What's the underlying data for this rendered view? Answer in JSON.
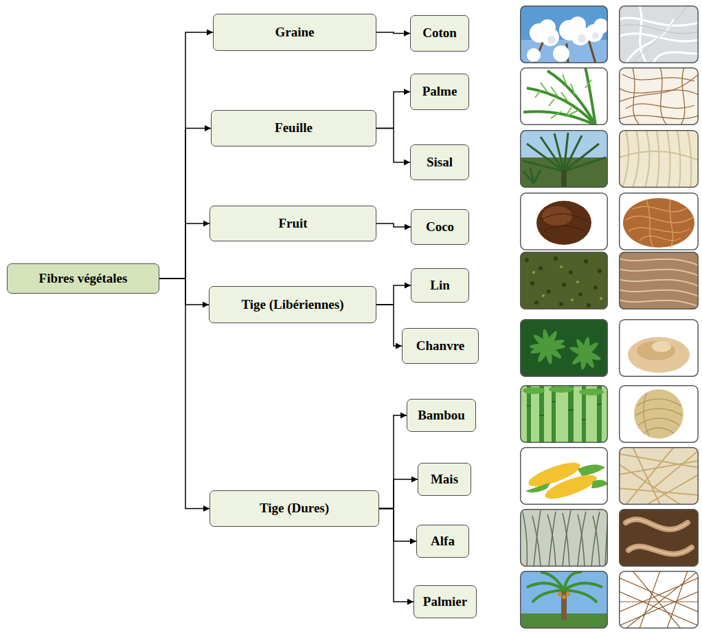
{
  "diagram": {
    "nodes": [
      {
        "text": [
          "Fibres végétales"
        ]
      },
      {
        "text": [
          "Graine"
        ]
      },
      {
        "text": [
          "Coton"
        ]
      },
      {
        "text": [
          "Feuille"
        ]
      },
      {
        "text": [
          "Palme"
        ]
      },
      {
        "text": [
          "Sisal"
        ]
      },
      {
        "text": [
          "Fruit"
        ]
      },
      {
        "text": [
          "Coco"
        ]
      },
      {
        "text": [
          "Tige (Libériennes)"
        ]
      },
      {
        "text": [
          "Lin"
        ]
      },
      {
        "text": [
          "Chanvre"
        ]
      },
      {
        "text": [
          "Tige (Dures)"
        ]
      },
      {
        "text": [
          "Bambou"
        ]
      },
      {
        "text": [
          "Mais"
        ]
      },
      {
        "text": [
          "Alfa"
        ]
      },
      {
        "text": [
          "Palmier"
        ]
      }
    ],
    "edges": [
      {
        "from": 0,
        "to": 1,
        "arrow": "to"
      },
      {
        "from": 0,
        "to": 3,
        "arrow": "to"
      },
      {
        "from": 0,
        "to": 6,
        "arrow": "to"
      },
      {
        "from": 0,
        "to": 8,
        "arrow": "to"
      },
      {
        "from": 0,
        "to": 11,
        "arrow": "to"
      },
      {
        "from": 1,
        "to": 2,
        "arrow": "to"
      },
      {
        "from": 3,
        "to": 4,
        "arrow": "to"
      },
      {
        "from": 3,
        "to": 5,
        "arrow": "to"
      },
      {
        "from": 6,
        "to": 7,
        "arrow": "to"
      },
      {
        "from": 8,
        "to": 9,
        "arrow": "to"
      },
      {
        "from": 8,
        "to": 10,
        "arrow": "to"
      },
      {
        "from": 11,
        "to": 12,
        "arrow": "to"
      },
      {
        "from": 11,
        "to": 13,
        "arrow": "to"
      },
      {
        "from": 11,
        "to": 14,
        "arrow": "to"
      },
      {
        "from": 11,
        "to": 15,
        "arrow": "to"
      }
    ]
  }
}
